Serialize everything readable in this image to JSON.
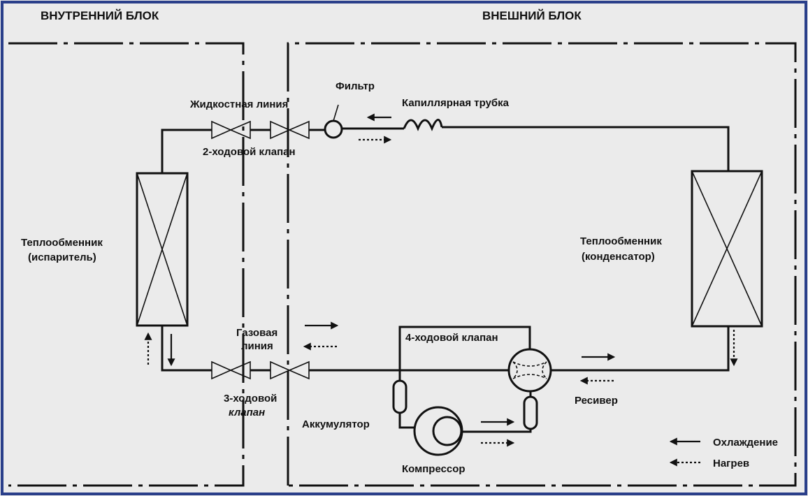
{
  "labels": {
    "indoor_unit": "ВНУТРЕННИЙ БЛОК",
    "outdoor_unit": "ВНЕШНИЙ БЛОК",
    "liquid_line": "Жидкостная линия",
    "filter": "Фильтр",
    "capillary_tube": "Капиллярная трубка",
    "two_way_valve": "2-ходовой клапан",
    "evaporator_line1": "Теплообменник",
    "evaporator_line2": "(испаритель)",
    "condenser_line1": "Теплообменник",
    "condenser_line2": "(конденсатор)",
    "gas_line_line1": "Газовая",
    "gas_line_line2": "линия",
    "four_way_valve": "4-ходовой клапан",
    "three_way_valve_line1": "3-ходовой",
    "three_way_valve_line2": "клапан",
    "accumulator": "Аккумулятор",
    "receiver": "Ресивер",
    "compressor": "Компрессор"
  },
  "legend": {
    "cooling": "Охлаждение",
    "heating": "Нагрев"
  }
}
